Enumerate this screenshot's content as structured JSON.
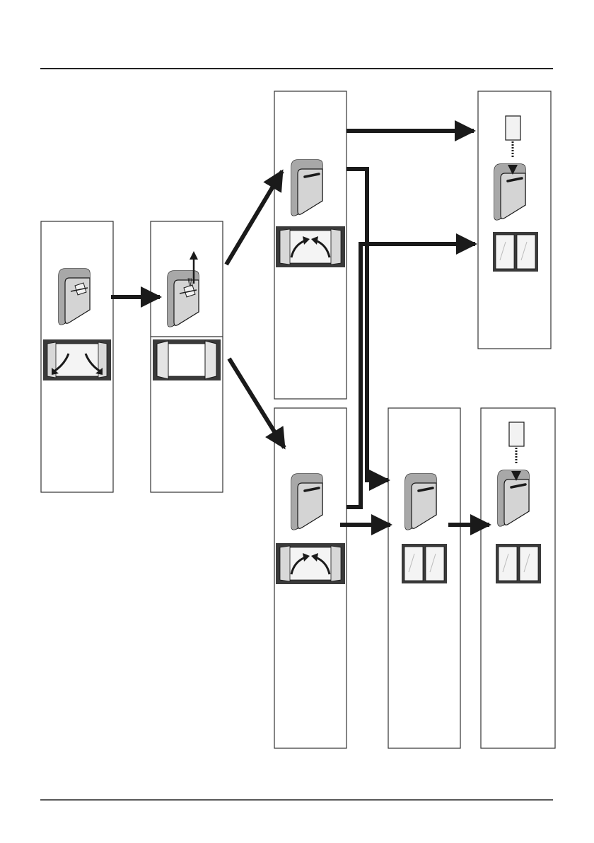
{
  "diagram": {
    "colors": {
      "line": "#1a1a1a",
      "reader_fill": "#d4d4d4",
      "reader_shade": "#a8a8a8",
      "card_fill": "#f2f2f2",
      "door_glass": "#f4f4f4",
      "door_frame": "#3a3a3a",
      "panel_border": "#333333",
      "rule": "#222222"
    },
    "panels": [
      {
        "id": "initial",
        "icons": [
          "card-reader-with-card-icon",
          "doors-opening-icon"
        ]
      },
      {
        "id": "card-removed",
        "icons": [
          "card-removed-icon",
          "doors-open-icon"
        ]
      },
      {
        "id": "upper-closing",
        "icons": [
          "card-reader-icon",
          "doors-closing-icon"
        ]
      },
      {
        "id": "upper-final",
        "icons": [
          "card-inserted-icon",
          "doors-closed-icon"
        ]
      },
      {
        "id": "lower-closing",
        "icons": [
          "card-reader-icon",
          "doors-closing-icon"
        ]
      },
      {
        "id": "lower-middle",
        "icons": [
          "card-reader-icon",
          "doors-closed-icon"
        ]
      },
      {
        "id": "lower-final",
        "icons": [
          "card-inserted-icon",
          "doors-closed-icon"
        ]
      }
    ],
    "arrows": [
      {
        "from": "initial",
        "to": "card-removed"
      },
      {
        "from": "card-removed",
        "to": "upper-closing"
      },
      {
        "from": "card-removed",
        "to": "lower-closing"
      },
      {
        "from": "upper-closing",
        "to": "upper-final"
      },
      {
        "from": "upper-closing",
        "to": "lower-middle"
      },
      {
        "from": "lower-closing",
        "to": "upper-final"
      },
      {
        "from": "lower-closing",
        "to": "lower-middle"
      },
      {
        "from": "lower-middle",
        "to": "lower-final"
      }
    ]
  }
}
